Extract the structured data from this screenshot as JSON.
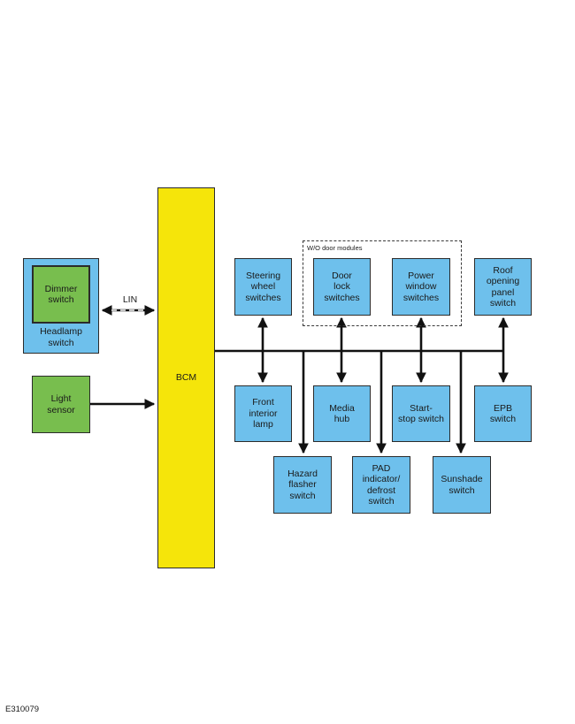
{
  "diagram": {
    "bcm": "BCM",
    "lin": "LIN",
    "headlamp_switch": "Headlamp\nswitch",
    "dimmer_switch": "Dimmer\nswitch",
    "light_sensor": "Light\nsensor",
    "door_group_label": "W/O door modules",
    "modules_top": {
      "steering": "Steering\nwheel\nswitches",
      "door_lock": "Door\nlock\nswitches",
      "power_window": "Power\nwindow\nswitches",
      "roof": "Roof\nopening\npanel\nswitch"
    },
    "modules_mid": {
      "front_lamp": "Front\ninterior\nlamp",
      "media_hub": "Media\nhub",
      "start_stop": "Start-\nstop switch",
      "epb": "EPB\nswitch"
    },
    "modules_bottom": {
      "hazard": "Hazard\nflasher\nswitch",
      "pad": "PAD\nindicator/\ndefrost\nswitch",
      "sunshade": "Sunshade\nswitch"
    },
    "figure_id": "E310079"
  },
  "colors": {
    "module": "#6ec0ec",
    "sensor": "#78be4e",
    "bcm": "#f5e50a"
  }
}
